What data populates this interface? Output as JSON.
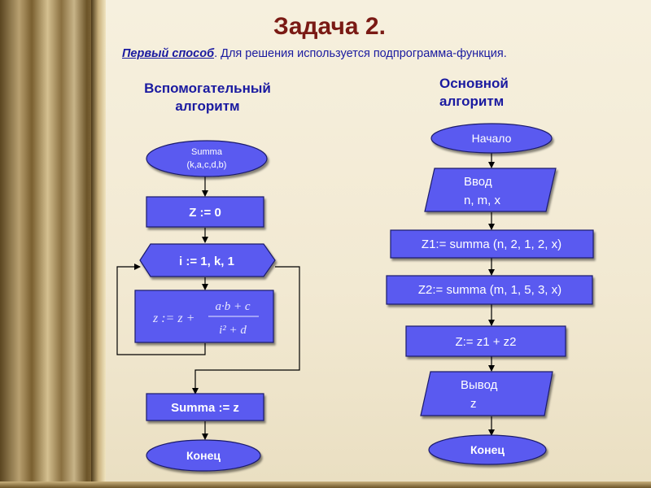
{
  "title": "Задача 2.",
  "subtitle": {
    "emphasis": "Первый способ",
    "rest": ". Для решения используется подпрограмма-функция."
  },
  "aux": {
    "heading_line1": "Вспомогательный",
    "heading_line2": "алгоритм",
    "start_line1": "Summa",
    "start_line2": "(k,a,c,d,b)",
    "init": "Z := 0",
    "loop": "i := 1, k, 1",
    "formula": {
      "lhs": "z := z +",
      "numerator": "a·b + c",
      "denominator": "i² + d"
    },
    "result": "Summa := z",
    "end": "Конец"
  },
  "main": {
    "heading_line1": "Основной",
    "heading_line2": "алгоритм",
    "start": "Начало",
    "input_line1": "Ввод",
    "input_line2": "n, m, x",
    "call1": "Z1:= summa (n, 2, 1, 2, x)",
    "call2": "Z2:= summa (m, 1, 5, 3, x)",
    "sum": "Z:= z1 + z2",
    "output_line1": "Вывод",
    "output_line2": "z",
    "end": "Конец"
  },
  "colors": {
    "shape_fill": "#5a5af0",
    "shape_stroke": "#1a1a6a",
    "heading": "#1a1aa0",
    "title": "#7a1a14"
  }
}
